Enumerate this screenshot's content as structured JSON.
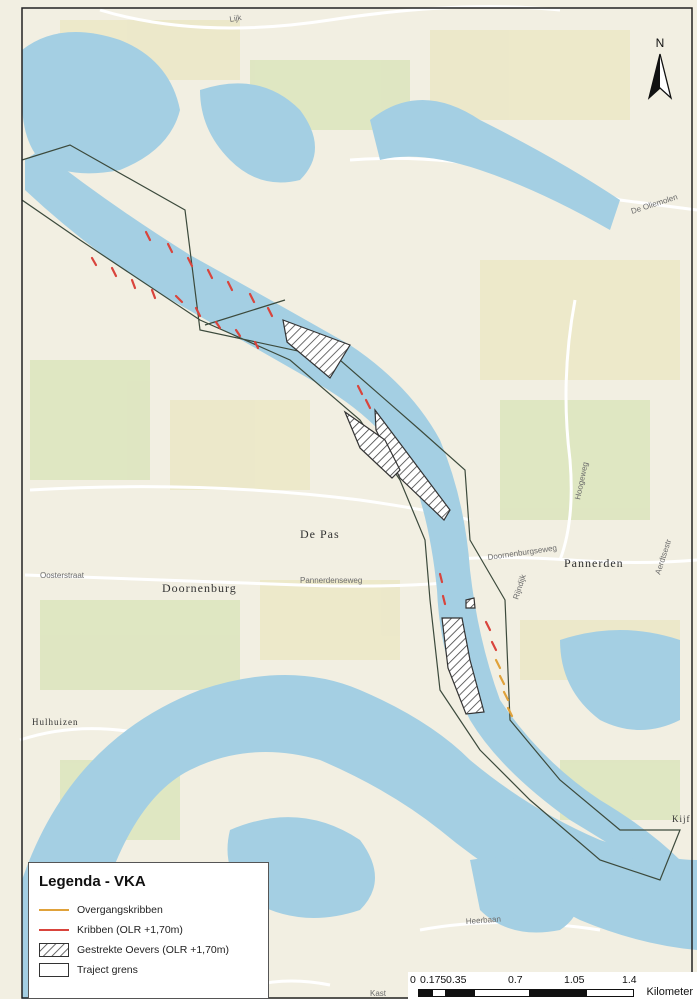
{
  "colors": {
    "paper": "#f2efe2",
    "water": "#a4cfe3",
    "meadow": "#ece8c8",
    "field": "#dde6bf",
    "road": "#ffffff",
    "traject": "#3c4a3c",
    "kribben": "#d9443c",
    "overgang": "#e0a23a",
    "hatch": "#444444"
  },
  "north": {
    "label": "N"
  },
  "places": {
    "de_pas": "De Pas",
    "doornenburg": "Doornenburg",
    "pannerden": "Pannerden",
    "hulhuizen": "Hulhuizen",
    "kijf": "Kijf"
  },
  "roads": {
    "lijk": "Lijk",
    "oliemolen": "De Oliemolen",
    "hoogeweg": "Hoogeweg",
    "aerdtsestraat": "Aerdtsestr",
    "oosterstraat": "Oosterstraat",
    "pannerdenseweg": "Pannerdenseweg",
    "doornenburgseweg": "Doornenburgseweg",
    "rijndijk": "Rijndijk",
    "heerbaan": "Heerbaan",
    "kast": "Kast"
  },
  "legend": {
    "title": "Legenda - VKA",
    "items": [
      {
        "label": "Overgangskribben",
        "type": "line",
        "color": "#e0a23a"
      },
      {
        "label": "Kribben (OLR +1,70m)",
        "type": "line",
        "color": "#d9443c"
      },
      {
        "label": "Gestrekte Oevers (OLR +1,70m)",
        "type": "hatch",
        "color": "#444444"
      },
      {
        "label": "Traject grens",
        "type": "box",
        "color": "#555555"
      }
    ]
  },
  "scalebar": {
    "ticks": [
      "0",
      "0.175",
      "0.35",
      "0.7",
      "1.05",
      "1.4"
    ],
    "unit": "Kilometer"
  }
}
